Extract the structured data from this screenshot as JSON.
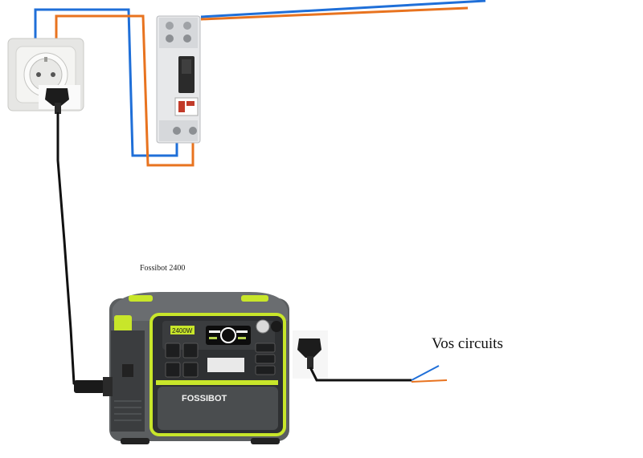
{
  "labels": {
    "device_name": "Fossibot 2400",
    "circuits": "Vos circuits",
    "power_badge": "2400W",
    "brand": "FOSSIBOT"
  },
  "colors": {
    "live_wire": "#e8731f",
    "neutral_wire": "#1f6fd8",
    "cable": "#111111",
    "accent_green": "#c8e62a",
    "body_grey": "#5b5e60",
    "dark_panel": "#2e3032"
  },
  "components": {
    "wall_outlet": "wall-socket-icon",
    "breaker": "circuit-breaker-icon",
    "plugs": [
      "schuko-plug-icon",
      "schuko-plug-icon"
    ],
    "power_station": "power-station-icon"
  }
}
